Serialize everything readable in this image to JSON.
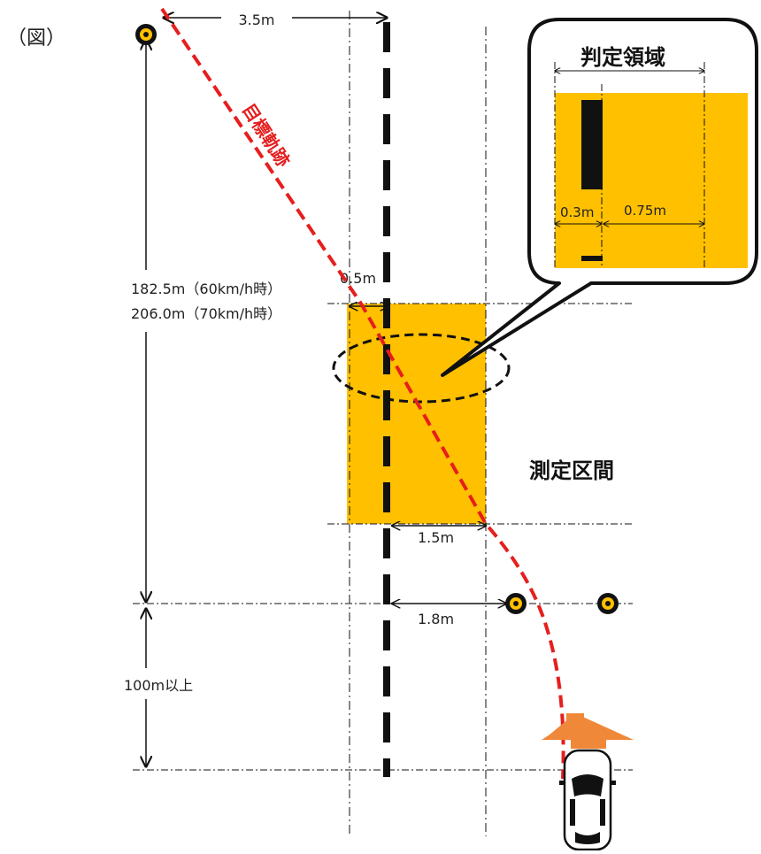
{
  "figure_label": "（図）",
  "lane_width_label": "3.5m",
  "distance_label_60": "182.5m（60km/h時）",
  "distance_label_70": "206.0m（70km/h時）",
  "approach_label": "100m以上",
  "offset_05_label": "0.5m",
  "offset_15_label": "1.5m",
  "offset_18_label": "1.8m",
  "measure_zone_label": "測定区間",
  "target_track_label": "目標軌跡",
  "callout": {
    "title": "判定領域",
    "line_width_label": "0.3m",
    "margin_label": "0.75m"
  },
  "colors": {
    "zone_fill": "#ffc000",
    "track": "#e61e1e",
    "arrow": "#f0883a",
    "line": "#111111"
  }
}
